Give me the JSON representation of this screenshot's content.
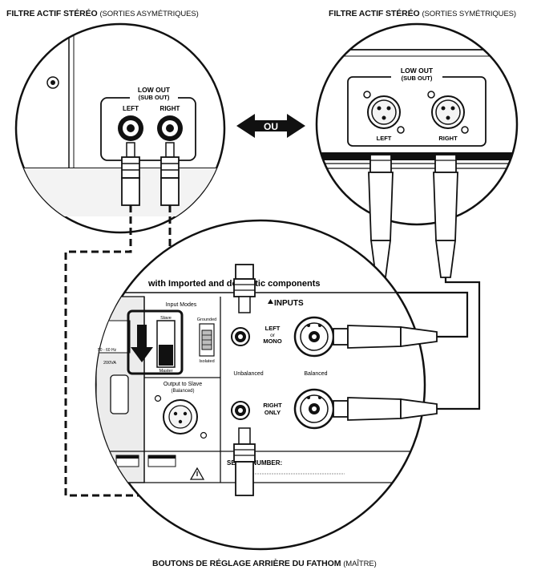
{
  "captions": {
    "left_bold": "FILTRE ACTIF STÉRÉO",
    "left_normal": "(SORTIES ASYMÉTRIQUES)",
    "right_bold": "FILTRE ACTIF STÉRÉO",
    "right_normal": "(SORTIES SYMÉTRIQUES)",
    "bottom_bold": "BOUTONS DE RÉGLAGE ARRIÈRE DU FATHOM",
    "bottom_normal": "(MAÎTRE)"
  },
  "left_crossover": {
    "group_label_1": "LOW OUT",
    "group_label_2": "(SUB OUT)",
    "left_label": "LEFT",
    "right_label": "RIGHT"
  },
  "right_crossover": {
    "group_label_1": "LOW OUT",
    "group_label_2": "(SUB OUT)",
    "left_label": "LEFT",
    "right_label": "RIGHT"
  },
  "or_arrow_label": "OU",
  "fathom_panel": {
    "header": "with Imported and domestic components",
    "inputs_label": "INPUTS",
    "input_modes_label": "Input Modes",
    "slave_label": "Slave",
    "master_label": "Master",
    "grounded_label": "Grounded",
    "isolated_label": "Isolated",
    "output_to_slave_1": "Output to Slave",
    "output_to_slave_2": "(Balanced)",
    "left_mono_1": "LEFT",
    "left_mono_2": "or",
    "left_mono_3": "MONO",
    "right_only_1": "RIGHT",
    "right_only_2": "ONLY",
    "unbalanced_label": "Unbalanced",
    "balanced_label": "Balanced",
    "serial_label": "SERIAL NUMBER:",
    "volt_label": "200VA",
    "freq_label": "50 - 60 Hz"
  },
  "colors": {
    "ink": "#111111",
    "panel_gray": "#e9e9e9",
    "slider_gray": "#bdbdbd"
  }
}
